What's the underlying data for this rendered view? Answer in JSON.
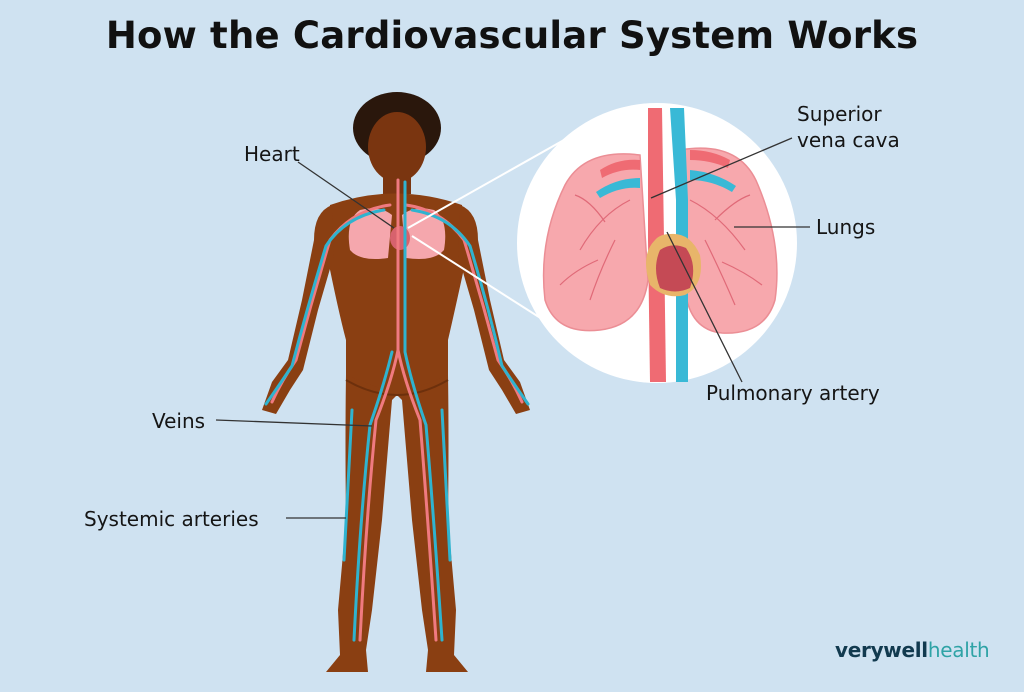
{
  "title": "How the Cardiovascular System Works",
  "labels": {
    "heart": "Heart",
    "superior_vena_cava": [
      "Superior",
      "vena cava"
    ],
    "lungs": "Lungs",
    "pulmonary_artery": "Pulmonary artery",
    "veins": "Veins",
    "systemic_arteries": "Systemic arteries"
  },
  "brand": {
    "part1": "verywell",
    "part2": "health"
  },
  "colors": {
    "background": "#cfe2f1",
    "skin": "#8a3f12",
    "artery": "#f07a80",
    "vein": "#2fb3cf",
    "lung": "#f7a8ad",
    "leader_line": "#333333"
  }
}
